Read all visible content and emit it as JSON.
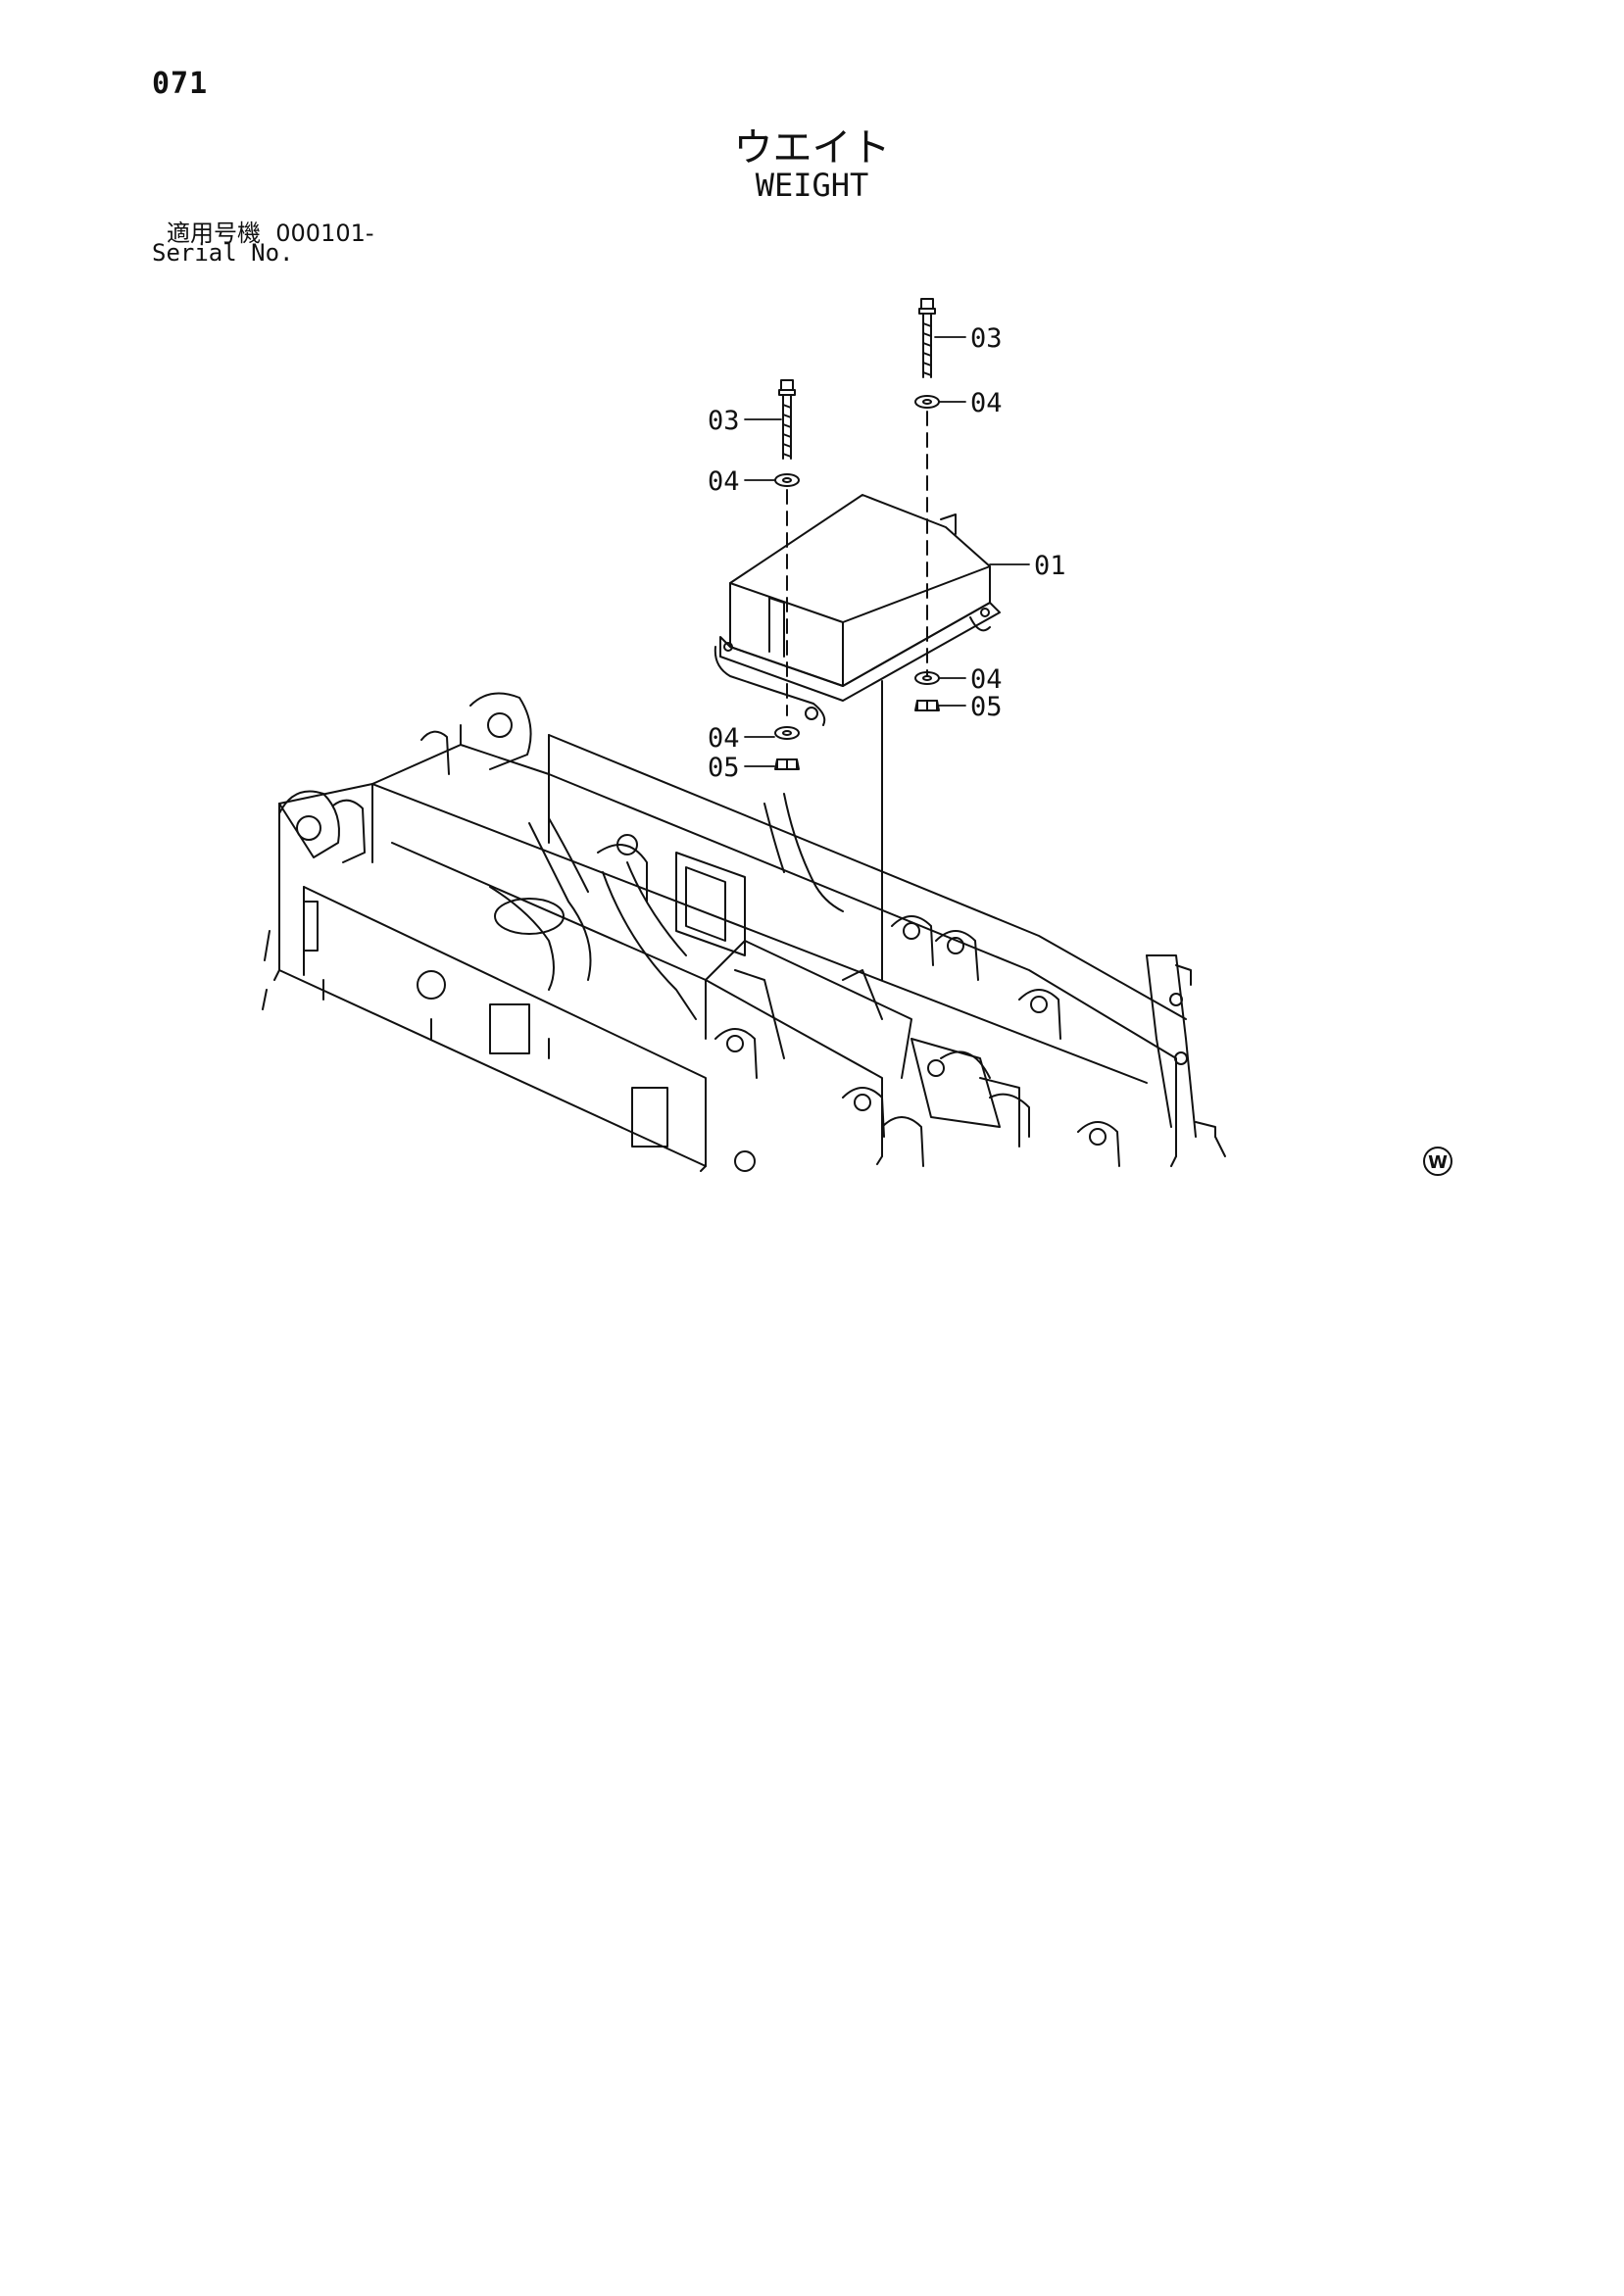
{
  "page_number": "071",
  "title_jp": "ウエイト",
  "title_en": "WEIGHT",
  "serial": {
    "jp_label": "適用号機",
    "range": "000101-",
    "en_label": "Serial No."
  },
  "callouts": {
    "c03_top": "03",
    "c04_top": "04",
    "c03_left": "03",
    "c04_left": "04",
    "c01": "01",
    "c04_right": "04",
    "c05_right": "05",
    "c04_lower_left": "04",
    "c05_lower_left": "05"
  },
  "mark": "W"
}
